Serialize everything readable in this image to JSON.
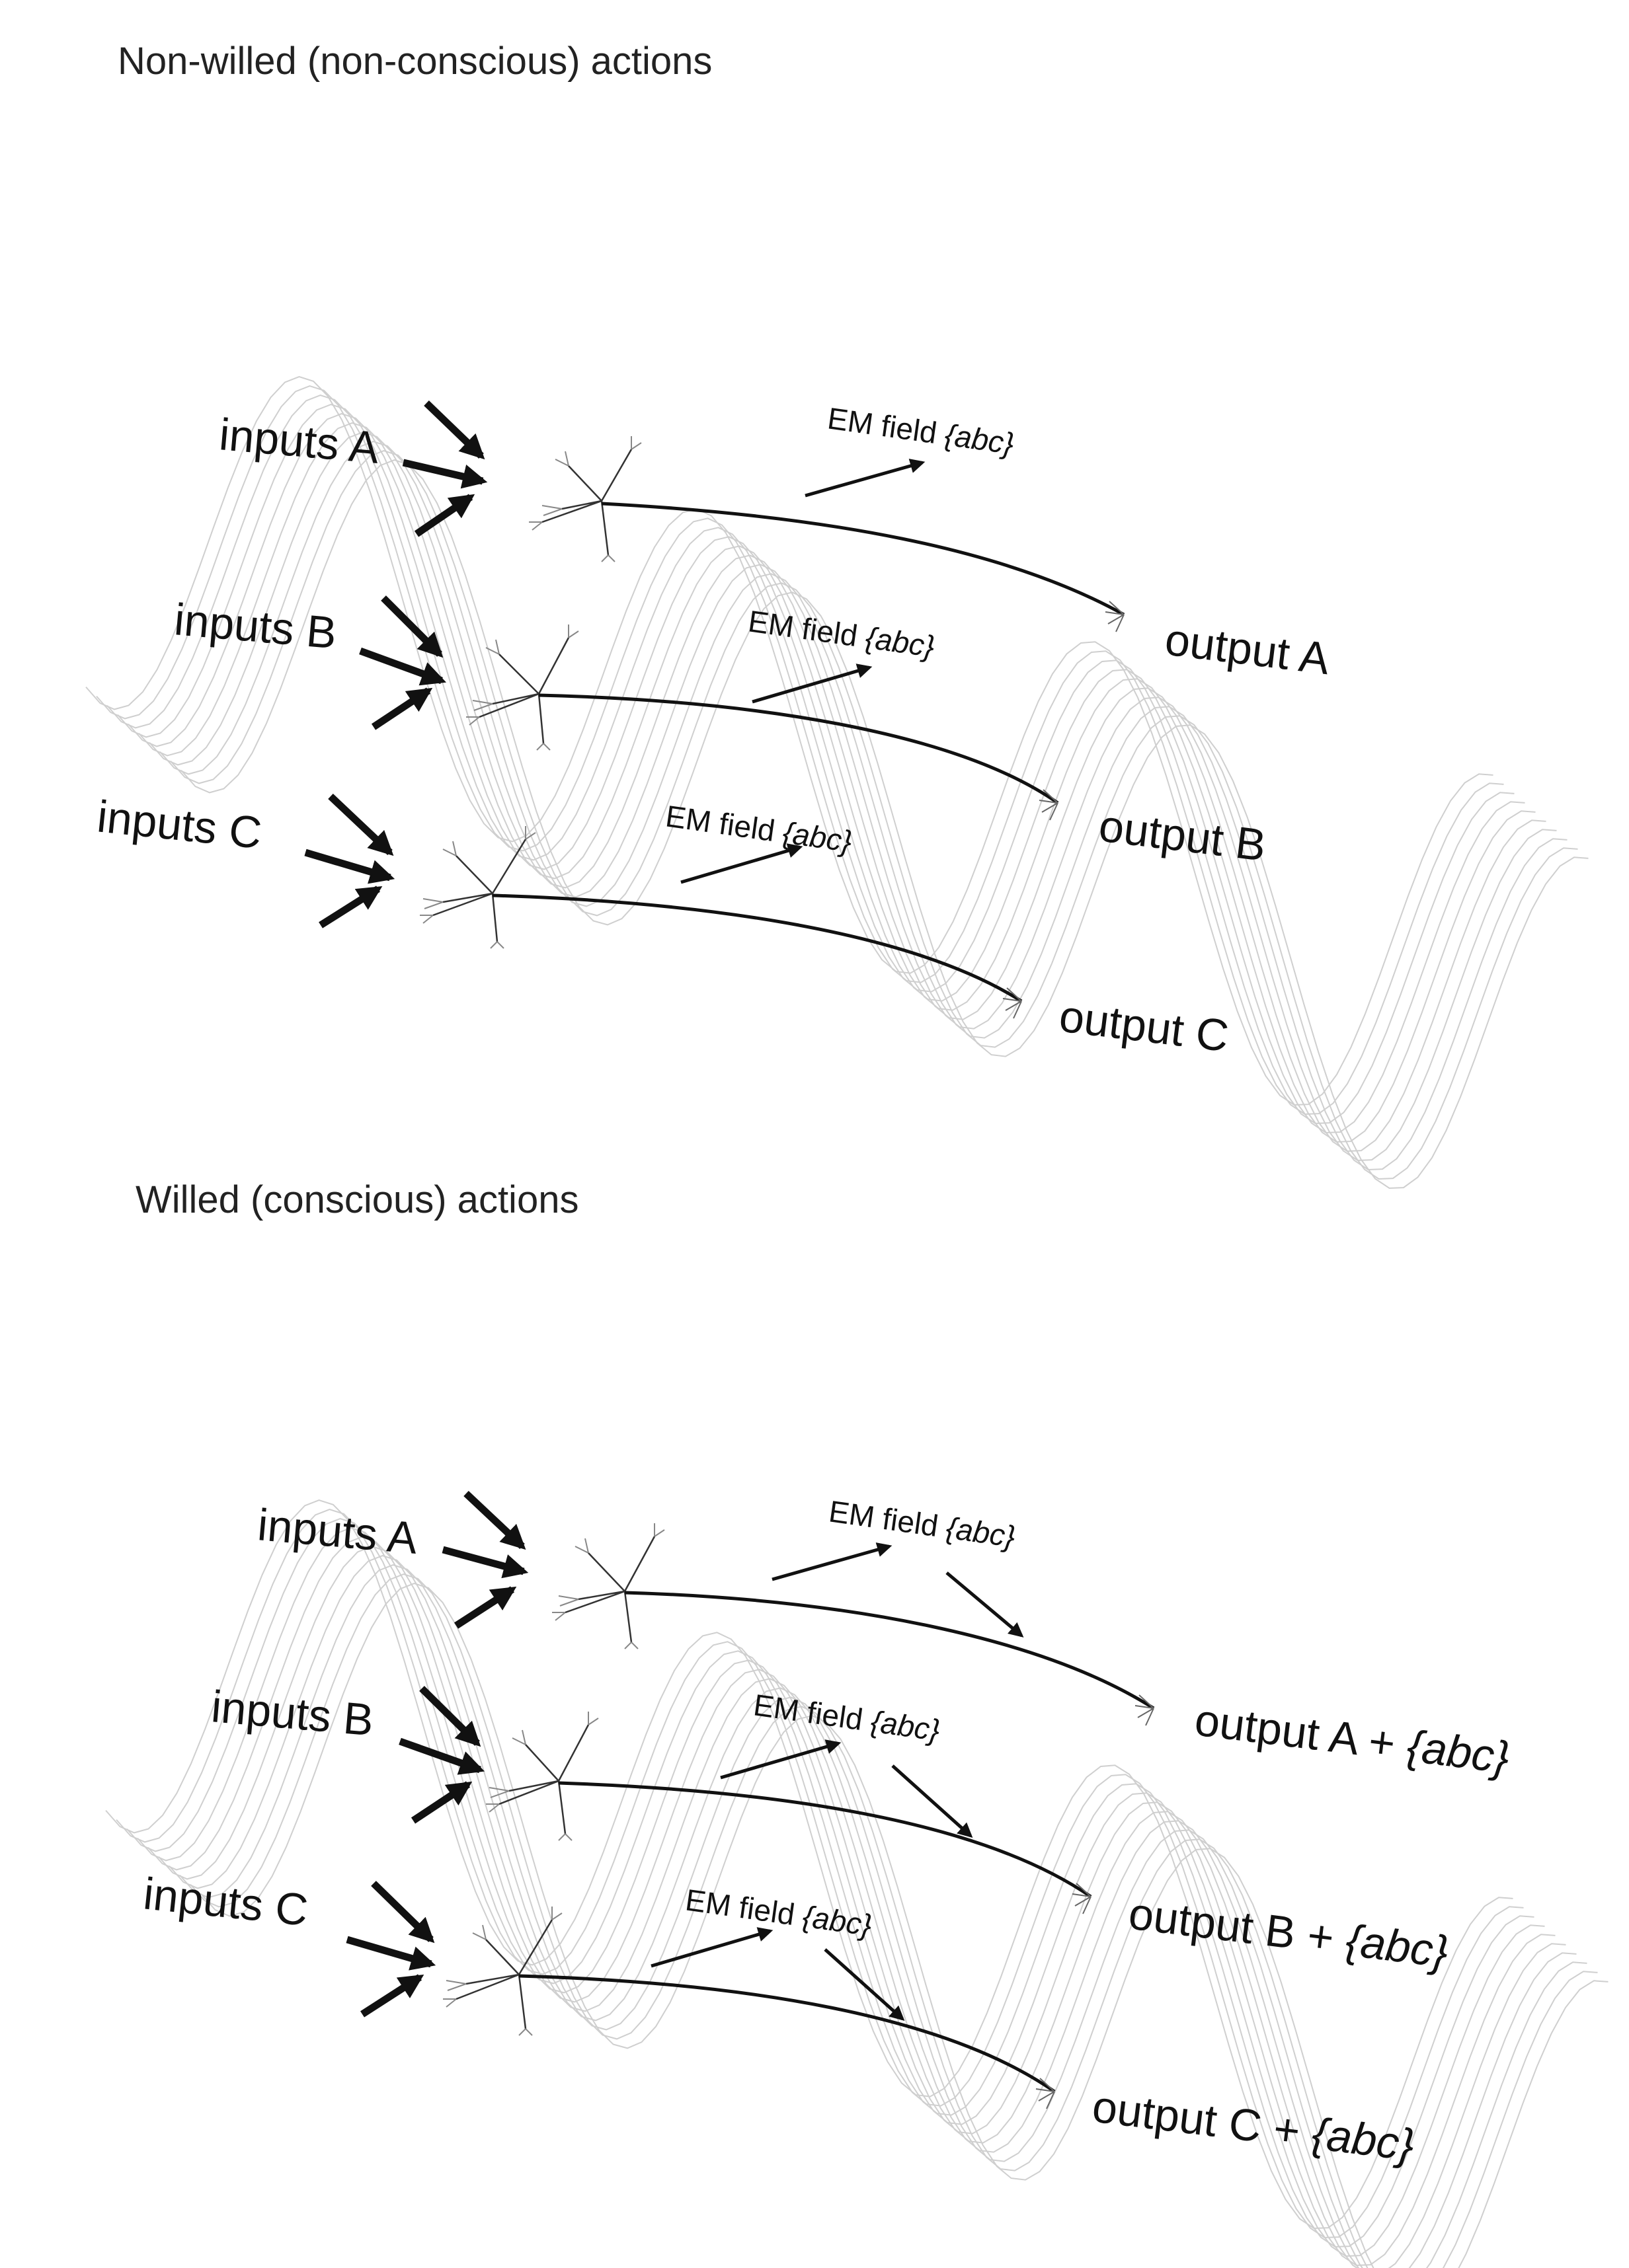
{
  "figure": {
    "panels": [
      {
        "id": "nonwilled",
        "title": "Non-willed (non-conscious) actions",
        "neurons": [
          {
            "input": "inputs A",
            "output": "output A",
            "field": {
              "prefix": "EM field ",
              "italic": "{abc}"
            }
          },
          {
            "input": "inputs B",
            "output": "output B",
            "field": {
              "prefix": "EM field ",
              "italic": "{abc}"
            }
          },
          {
            "input": "inputs C",
            "output": "output C",
            "field": {
              "prefix": "EM field ",
              "italic": "{abc}"
            }
          }
        ],
        "field_into_axon": false
      },
      {
        "id": "willed",
        "title": "Willed (conscious) actions",
        "neurons": [
          {
            "input": "inputs A",
            "output": "output A + ",
            "output_italic": "{abc}",
            "field": {
              "prefix": "EM field ",
              "italic": "{abc}"
            }
          },
          {
            "input": "inputs B",
            "output": "output B + ",
            "output_italic": "{abc}",
            "field": {
              "prefix": "EM field ",
              "italic": "{abc}"
            }
          },
          {
            "input": "inputs C",
            "output": "output C + ",
            "output_italic": "{abc}",
            "field": {
              "prefix": "EM field ",
              "italic": "{abc}"
            }
          }
        ],
        "field_into_axon": true
      }
    ]
  }
}
